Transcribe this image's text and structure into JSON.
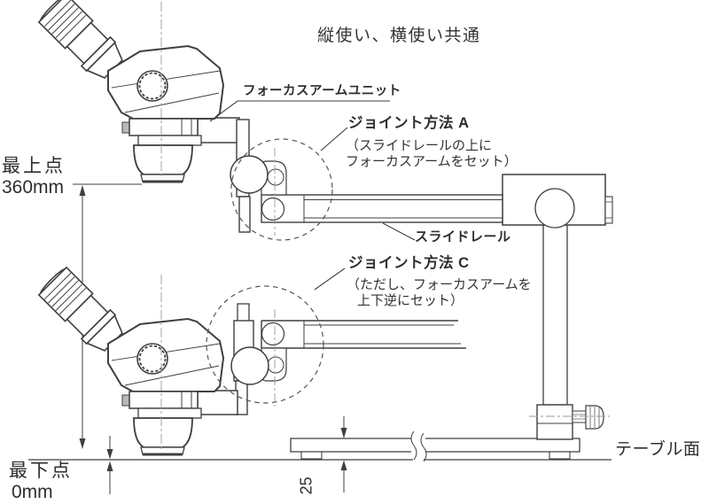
{
  "title": "縦使い、横使い共通",
  "annotations": {
    "focus_arm_unit": "フォーカスアームユニット",
    "slide_rail": "スライドレール",
    "joint_a": {
      "title": "ジョイント方法 A",
      "note_line1": "（スライドレールの上に",
      "note_line2": "フォーカスアームをセット）"
    },
    "joint_c": {
      "title": "ジョイント方法 C",
      "note_line1": "（ただし、フォーカスアームを",
      "note_line2": "上下逆にセット）"
    },
    "table_surface": "テーブル面"
  },
  "dimensions": {
    "highest_point": {
      "label": "最上点",
      "value": "360mm"
    },
    "lowest_point": {
      "label": "最下点",
      "value": "0mm"
    },
    "base_plate_thickness": "25"
  },
  "colors": {
    "background": "#ffffff",
    "line": "#3f3f3f",
    "centerline": "#999999",
    "dashed_circle": "#555555",
    "text": "#2e2e2e"
  }
}
